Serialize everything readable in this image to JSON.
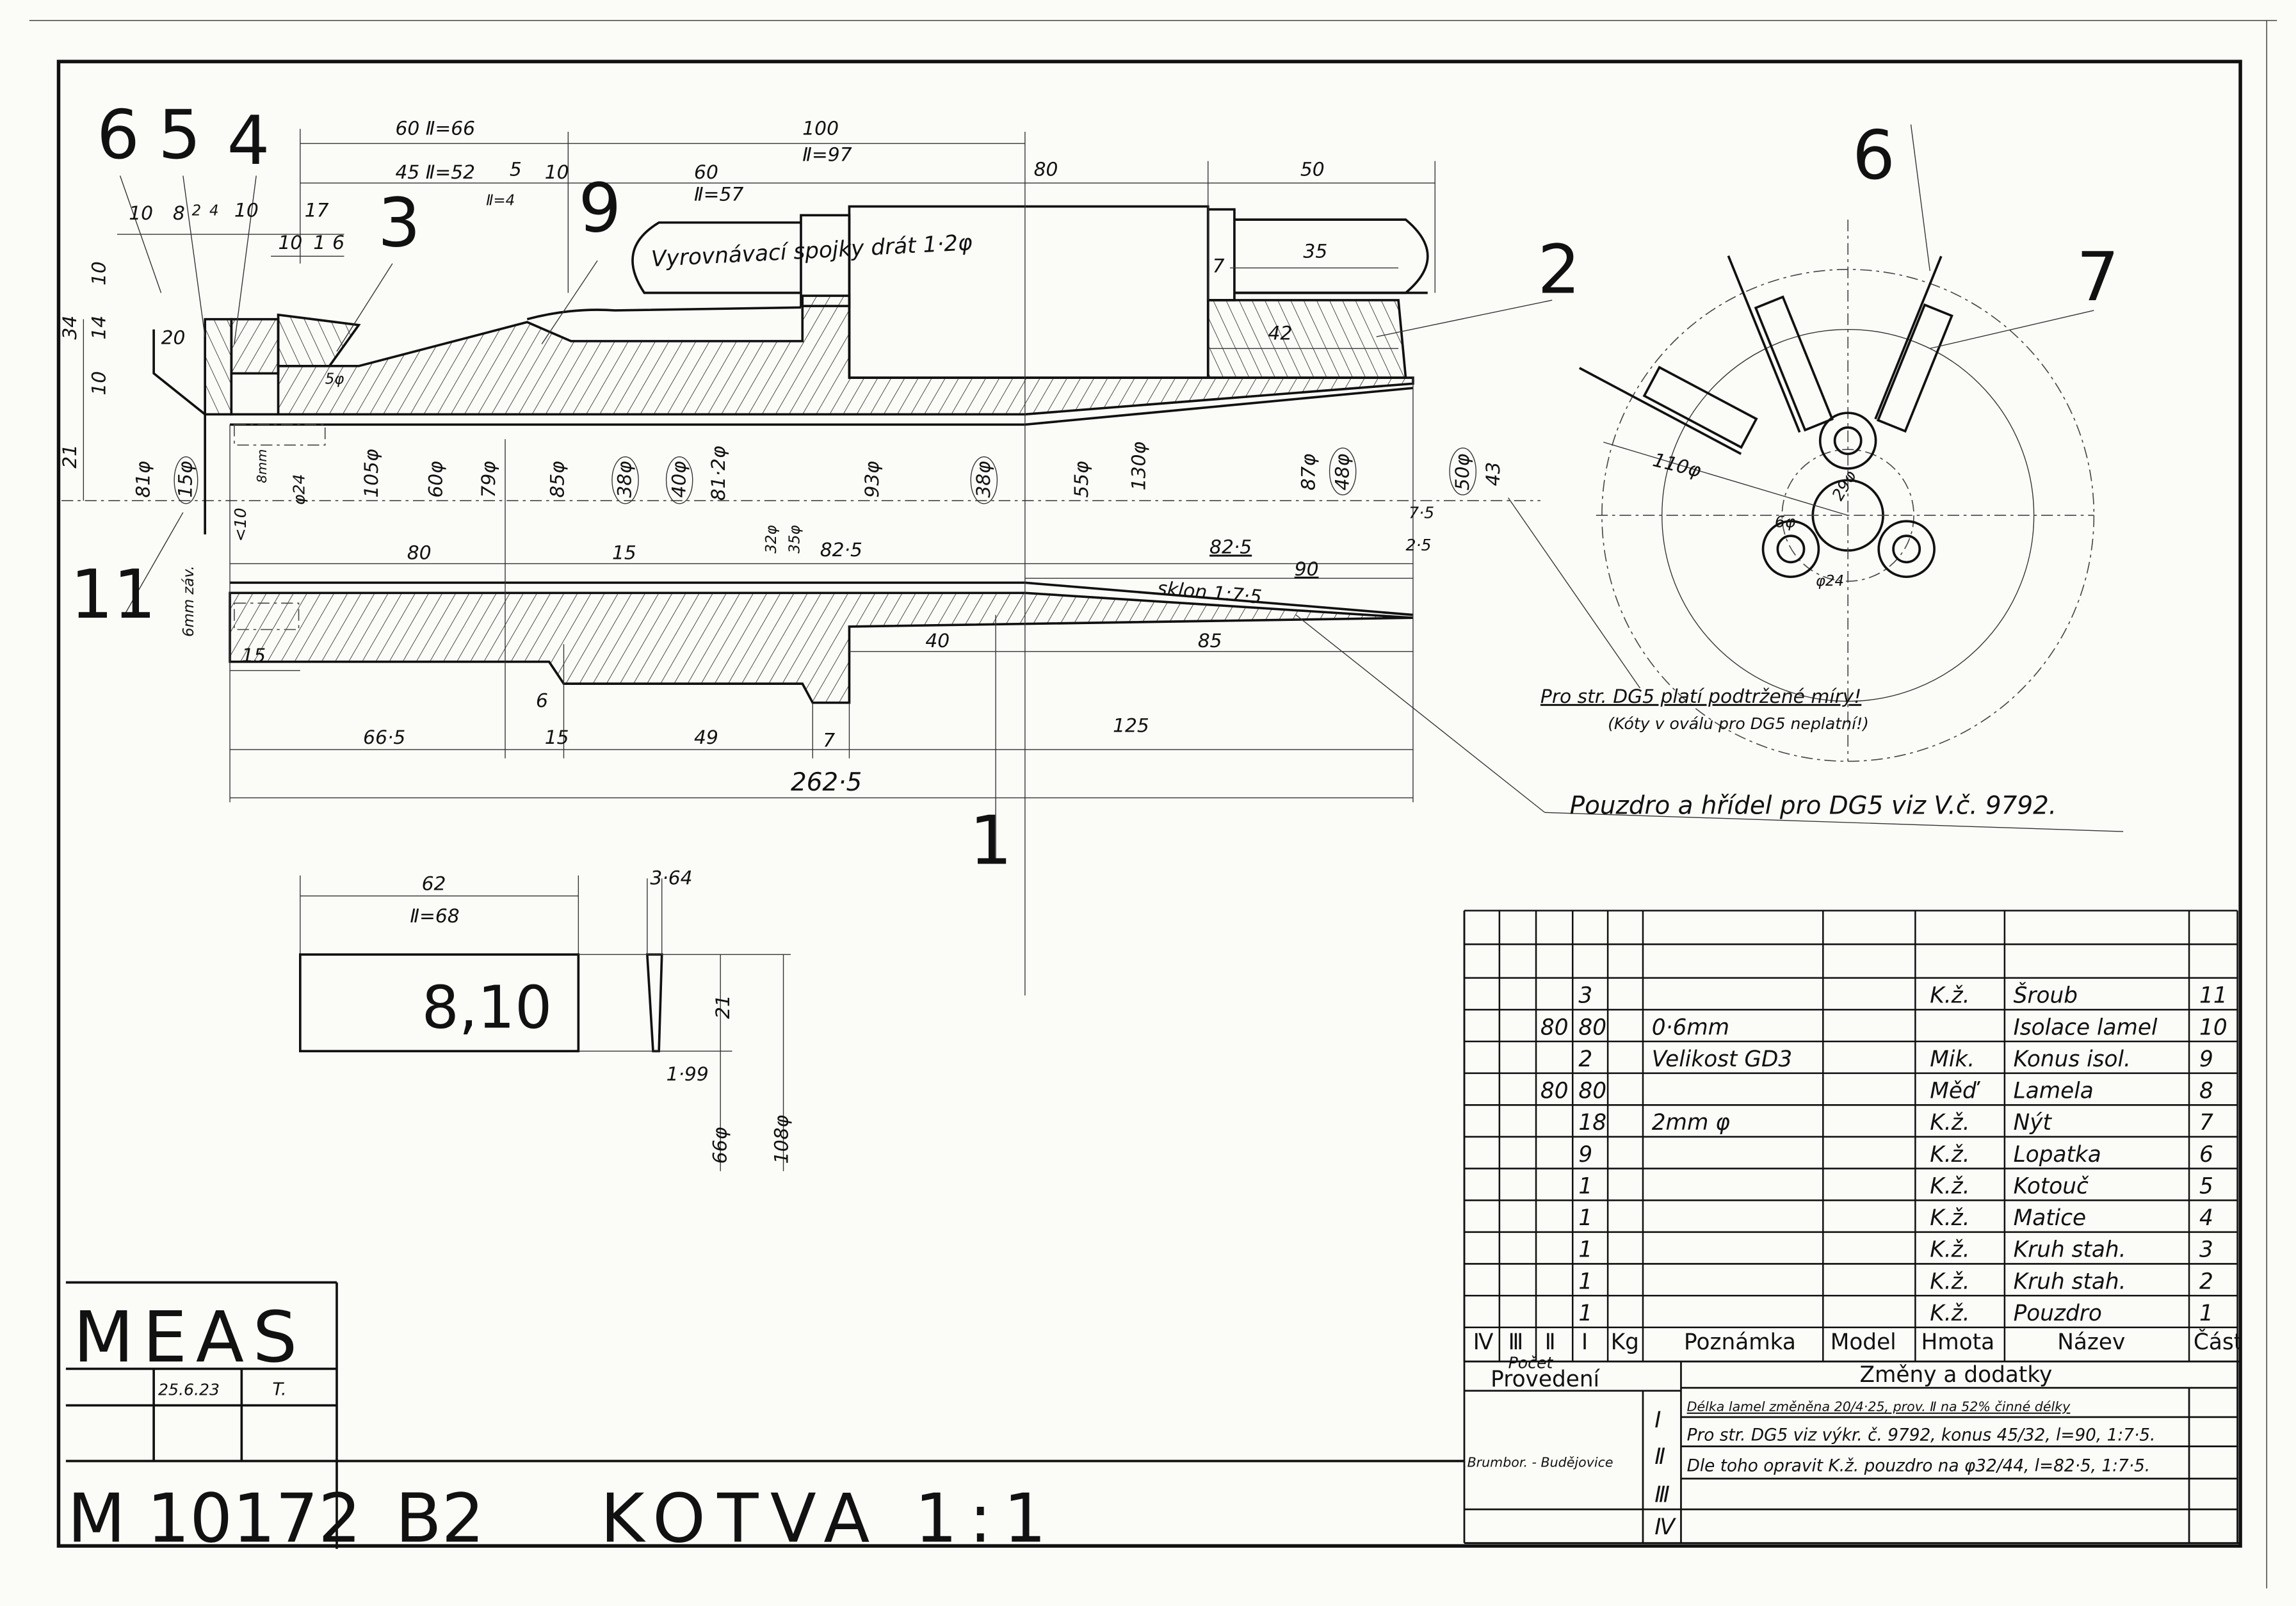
{
  "balloons": {
    "p6": "6",
    "p5": "5",
    "p4": "4",
    "p3": "3",
    "p9": "9",
    "p2": "2",
    "p1": "1",
    "p11": "11",
    "p6b": "6",
    "p7": "7"
  },
  "callout_wire": "Vyrovnávací spojky drát 1·2φ",
  "dimensions": {
    "d60_66": "60 Ⅱ=66",
    "d100": "100",
    "d100b": "Ⅱ=97",
    "d45": "45 Ⅱ=52",
    "d5": "5",
    "d5b": "Ⅱ=4",
    "d10a": "10",
    "d60": "60",
    "d60b": "Ⅱ=57",
    "d80": "80",
    "d50": "50",
    "d35": "35",
    "d42": "42",
    "d7a": "7",
    "t10": "10",
    "t8": "8",
    "t2": "2",
    "t4": "4",
    "t10b": "10",
    "d17": "17",
    "d10c": "10",
    "d1": "1",
    "d6": "6",
    "v34": "34",
    "v10a": "10",
    "v14": "14",
    "v10b": "10",
    "d20": "20",
    "v21": "21",
    "d5phi": "5φ",
    "p81": "81φ",
    "p15": "15φ",
    "p8mm": "8mm",
    "p24": "φ24",
    "p105": "105φ",
    "p60": "60φ",
    "p79": "79φ",
    "p85": "85φ",
    "p38a": "38φ",
    "p40": "40φ",
    "p812": "81·2φ",
    "p93": "93φ",
    "p38b": "38φ",
    "p55": "55φ",
    "p130": "130φ",
    "p87": "87φ",
    "p48": "48φ",
    "p50": "50φ",
    "p43": "43",
    "p32": "32φ",
    "p35": "35φ",
    "l10": "<10",
    "d75": "7·5",
    "d25": "2·5",
    "h80": "80",
    "h15": "15",
    "h825a": "82·5",
    "h825b": "82·5",
    "h90": "90",
    "slope": "sklon 1:7·5",
    "thread": "6mm záv.",
    "b15": "15",
    "b40": "40",
    "b85": "85",
    "b6": "6",
    "b665": "66·5",
    "b15b": "15",
    "b49": "49",
    "b7": "7",
    "b125": "125",
    "b2625": "262·5"
  },
  "lamella_detail": {
    "width": "62",
    "width_alt": "Ⅱ=68",
    "parts": "8,10",
    "thick_top": "3·64",
    "height": "21",
    "thick_bottom": "1·99",
    "dia_inner": "66φ",
    "dia_outer": "108φ"
  },
  "end_view": {
    "d110": "110φ",
    "d29": "29φ",
    "d6": "6φ",
    "d24": "φ24"
  },
  "notes": {
    "note1": "Pro str. DG5 platí podtržené míry!",
    "note2": "(Kóty v oválu pro DG5 neplatní!)",
    "note3": "Pouzdro a hřídel pro DG5 viz V.č. 9792."
  },
  "parts_list": {
    "rows": [
      {
        "q2": "",
        "q1": "3",
        "note": "",
        "material": "K.ž.",
        "name": "Šroub",
        "part": "11"
      },
      {
        "q2": "80",
        "q1": "80",
        "note": "0·6mm",
        "material": "",
        "name": "Isolace lamel",
        "part": "10"
      },
      {
        "q2": "",
        "q1": "2",
        "note": "Velikost GD3",
        "material": "Mik.",
        "name": "Konus isol.",
        "part": "9"
      },
      {
        "q2": "80",
        "q1": "80",
        "note": "",
        "material": "Měď",
        "name": "Lamela",
        "part": "8"
      },
      {
        "q2": "",
        "q1": "18",
        "note": "2mm φ",
        "material": "K.ž.",
        "name": "Nýt",
        "part": "7"
      },
      {
        "q2": "",
        "q1": "9",
        "note": "",
        "material": "K.ž.",
        "name": "Lopatka",
        "part": "6"
      },
      {
        "q2": "",
        "q1": "1",
        "note": "",
        "material": "K.ž.",
        "name": "Kotouč",
        "part": "5"
      },
      {
        "q2": "",
        "q1": "1",
        "note": "",
        "material": "K.ž.",
        "name": "Matice",
        "part": "4"
      },
      {
        "q2": "",
        "q1": "1",
        "note": "",
        "material": "K.ž.",
        "name": "Kruh stah.",
        "part": "3"
      },
      {
        "q2": "",
        "q1": "1",
        "note": "",
        "material": "K.ž.",
        "name": "Kruh stah.",
        "part": "2"
      },
      {
        "q2": "",
        "q1": "1",
        "note": "",
        "material": "K.ž.",
        "name": "Pouzdro",
        "part": "1"
      }
    ],
    "header": {
      "iv": "Ⅳ",
      "iii": "Ⅲ",
      "ii": "Ⅱ",
      "i": "Ⅰ",
      "count": "Počet",
      "kg": "Kg",
      "note": "Poznámka",
      "model": "Model",
      "material": "Hmota",
      "name": "Název",
      "part": "Část"
    }
  },
  "changes": {
    "title": "Změny a dodatky",
    "execution_label": "Provedení",
    "execution_value": "Brumbor. - Budějovice",
    "roman": [
      "Ⅰ",
      "Ⅱ",
      "Ⅲ",
      "Ⅳ"
    ],
    "rows": [
      "Délka lamel změněna 20/4·25, prov. Ⅱ na 52% činné délky",
      "Pro str. DG5 viz výkr. č. 9792, konus 45/32, l=90, 1:7·5.",
      "Dle toho opravit K.ž. pouzdro na φ32/44, l=82·5, 1:7·5."
    ]
  },
  "title_block": {
    "company": "MEAS",
    "date": "25.6.23",
    "initial": "T.",
    "drawing_no": "M 10172",
    "format": "B2",
    "title": "KOTVA 1:1"
  }
}
